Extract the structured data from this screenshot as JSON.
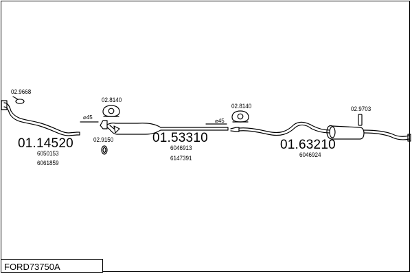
{
  "diagram": {
    "title": "FORD73750A",
    "parts": {
      "front_pipe": {
        "ref": "01.14520",
        "oem": [
          "6050153",
          "6061859"
        ]
      },
      "middle_silencer": {
        "ref": "01.53310",
        "oem": [
          "6046913",
          "6147391"
        ]
      },
      "rear_silencer": {
        "ref": "01.63210",
        "oem": [
          "6046924"
        ]
      }
    },
    "accessories": {
      "gasket_front": "02.9668",
      "mount_left": "02.8140",
      "clamp": "02.9150",
      "mount_right": "02.8140",
      "hanger_rear": "02.9703"
    },
    "diameters": {
      "left": "⌀45",
      "right": "⌀45"
    },
    "colors": {
      "line": "#000000",
      "background": "#ffffff"
    }
  }
}
